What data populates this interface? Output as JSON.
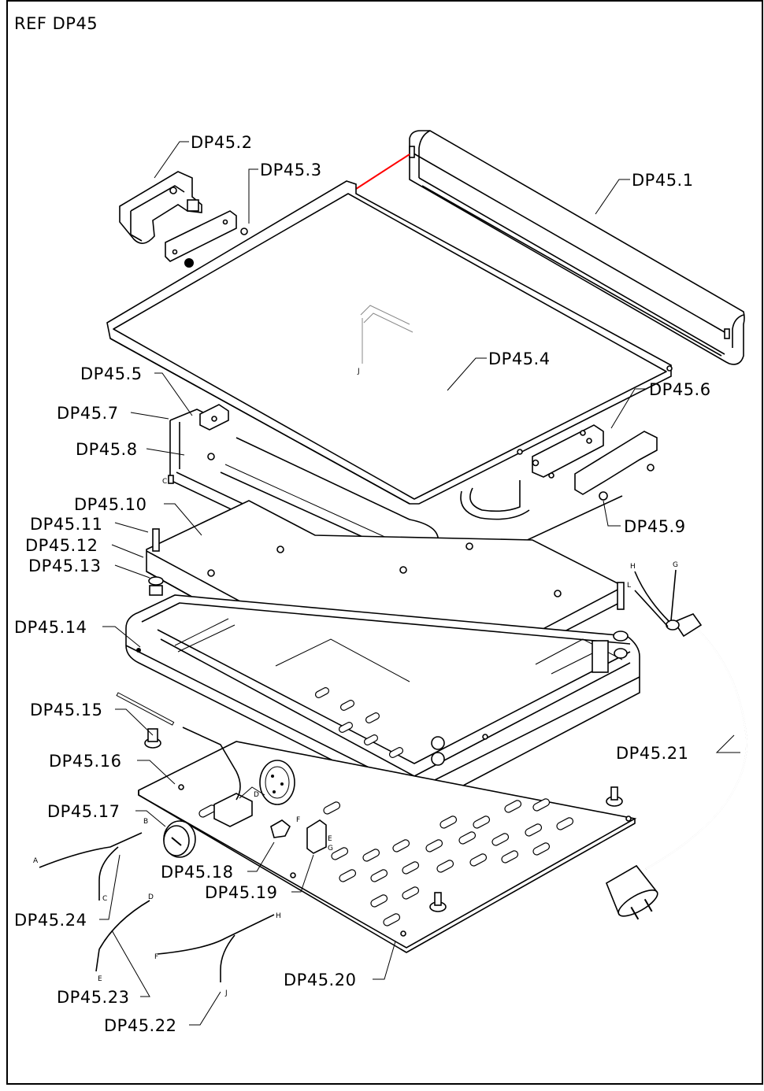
{
  "title": "REF DP45",
  "colors": {
    "line": "#000000",
    "background": "#ffffff",
    "highlight": "#ff0000"
  },
  "labels": [
    {
      "id": "p1",
      "text": "DP45.1"
    },
    {
      "id": "p2",
      "text": "DP45.2"
    },
    {
      "id": "p3",
      "text": "DP45.3"
    },
    {
      "id": "p4",
      "text": "DP45.4"
    },
    {
      "id": "p5",
      "text": "DP45.5"
    },
    {
      "id": "p6",
      "text": "DP45.6"
    },
    {
      "id": "p7",
      "text": "DP45.7"
    },
    {
      "id": "p8",
      "text": "DP45.8"
    },
    {
      "id": "p9",
      "text": "DP45.9"
    },
    {
      "id": "p10",
      "text": "DP45.10"
    },
    {
      "id": "p11",
      "text": "DP45.11"
    },
    {
      "id": "p12",
      "text": "DP45.12"
    },
    {
      "id": "p13",
      "text": "DP45.13"
    },
    {
      "id": "p14",
      "text": "DP45.14"
    },
    {
      "id": "p15",
      "text": "DP45.15"
    },
    {
      "id": "p16",
      "text": "DP45.16"
    },
    {
      "id": "p17",
      "text": "DP45.17"
    },
    {
      "id": "p18",
      "text": "DP45.18"
    },
    {
      "id": "p19",
      "text": "DP45.19"
    },
    {
      "id": "p20",
      "text": "DP45.20"
    },
    {
      "id": "p21",
      "text": "DP45.21"
    },
    {
      "id": "p22",
      "text": "DP45.22"
    },
    {
      "id": "p23",
      "text": "DP45.23"
    },
    {
      "id": "p24",
      "text": "DP45.24"
    }
  ],
  "wire_letters": {
    "a": "A",
    "b": "B",
    "c": "C",
    "d": "D",
    "e": "E",
    "f": "F",
    "g": "G",
    "h": "H",
    "j": "J",
    "l": "L"
  }
}
